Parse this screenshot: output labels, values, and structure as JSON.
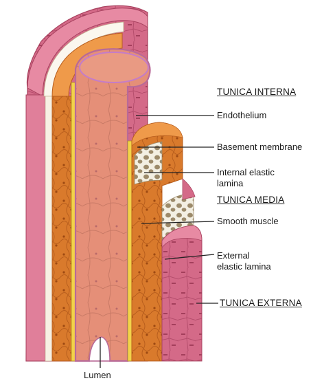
{
  "diagram": {
    "labels": {
      "tunica_interna": "TUNICA INTERNA",
      "endothelium": "Endothelium",
      "basement_membrane": "Basement membrane",
      "internal_elastic_lamina_1": "Internal elastic",
      "internal_elastic_lamina_2": "lamina",
      "tunica_media": "TUNICA MEDIA",
      "smooth_muscle": "Smooth muscle",
      "external_elastic_lamina_1": "External",
      "external_elastic_lamina_2": "elastic lamina",
      "tunica_externa": "TUNICA EXTERNA",
      "lumen": "Lumen"
    },
    "colors": {
      "externa": "#d96f8c",
      "externa_dark": "#b84c6b",
      "media": "#d97a2c",
      "media_light": "#ef9a4a",
      "interna": "#e8917a",
      "endothelium_edge": "#c47cc8",
      "elastic": "#f2d24a",
      "background": "#ffffff"
    }
  }
}
